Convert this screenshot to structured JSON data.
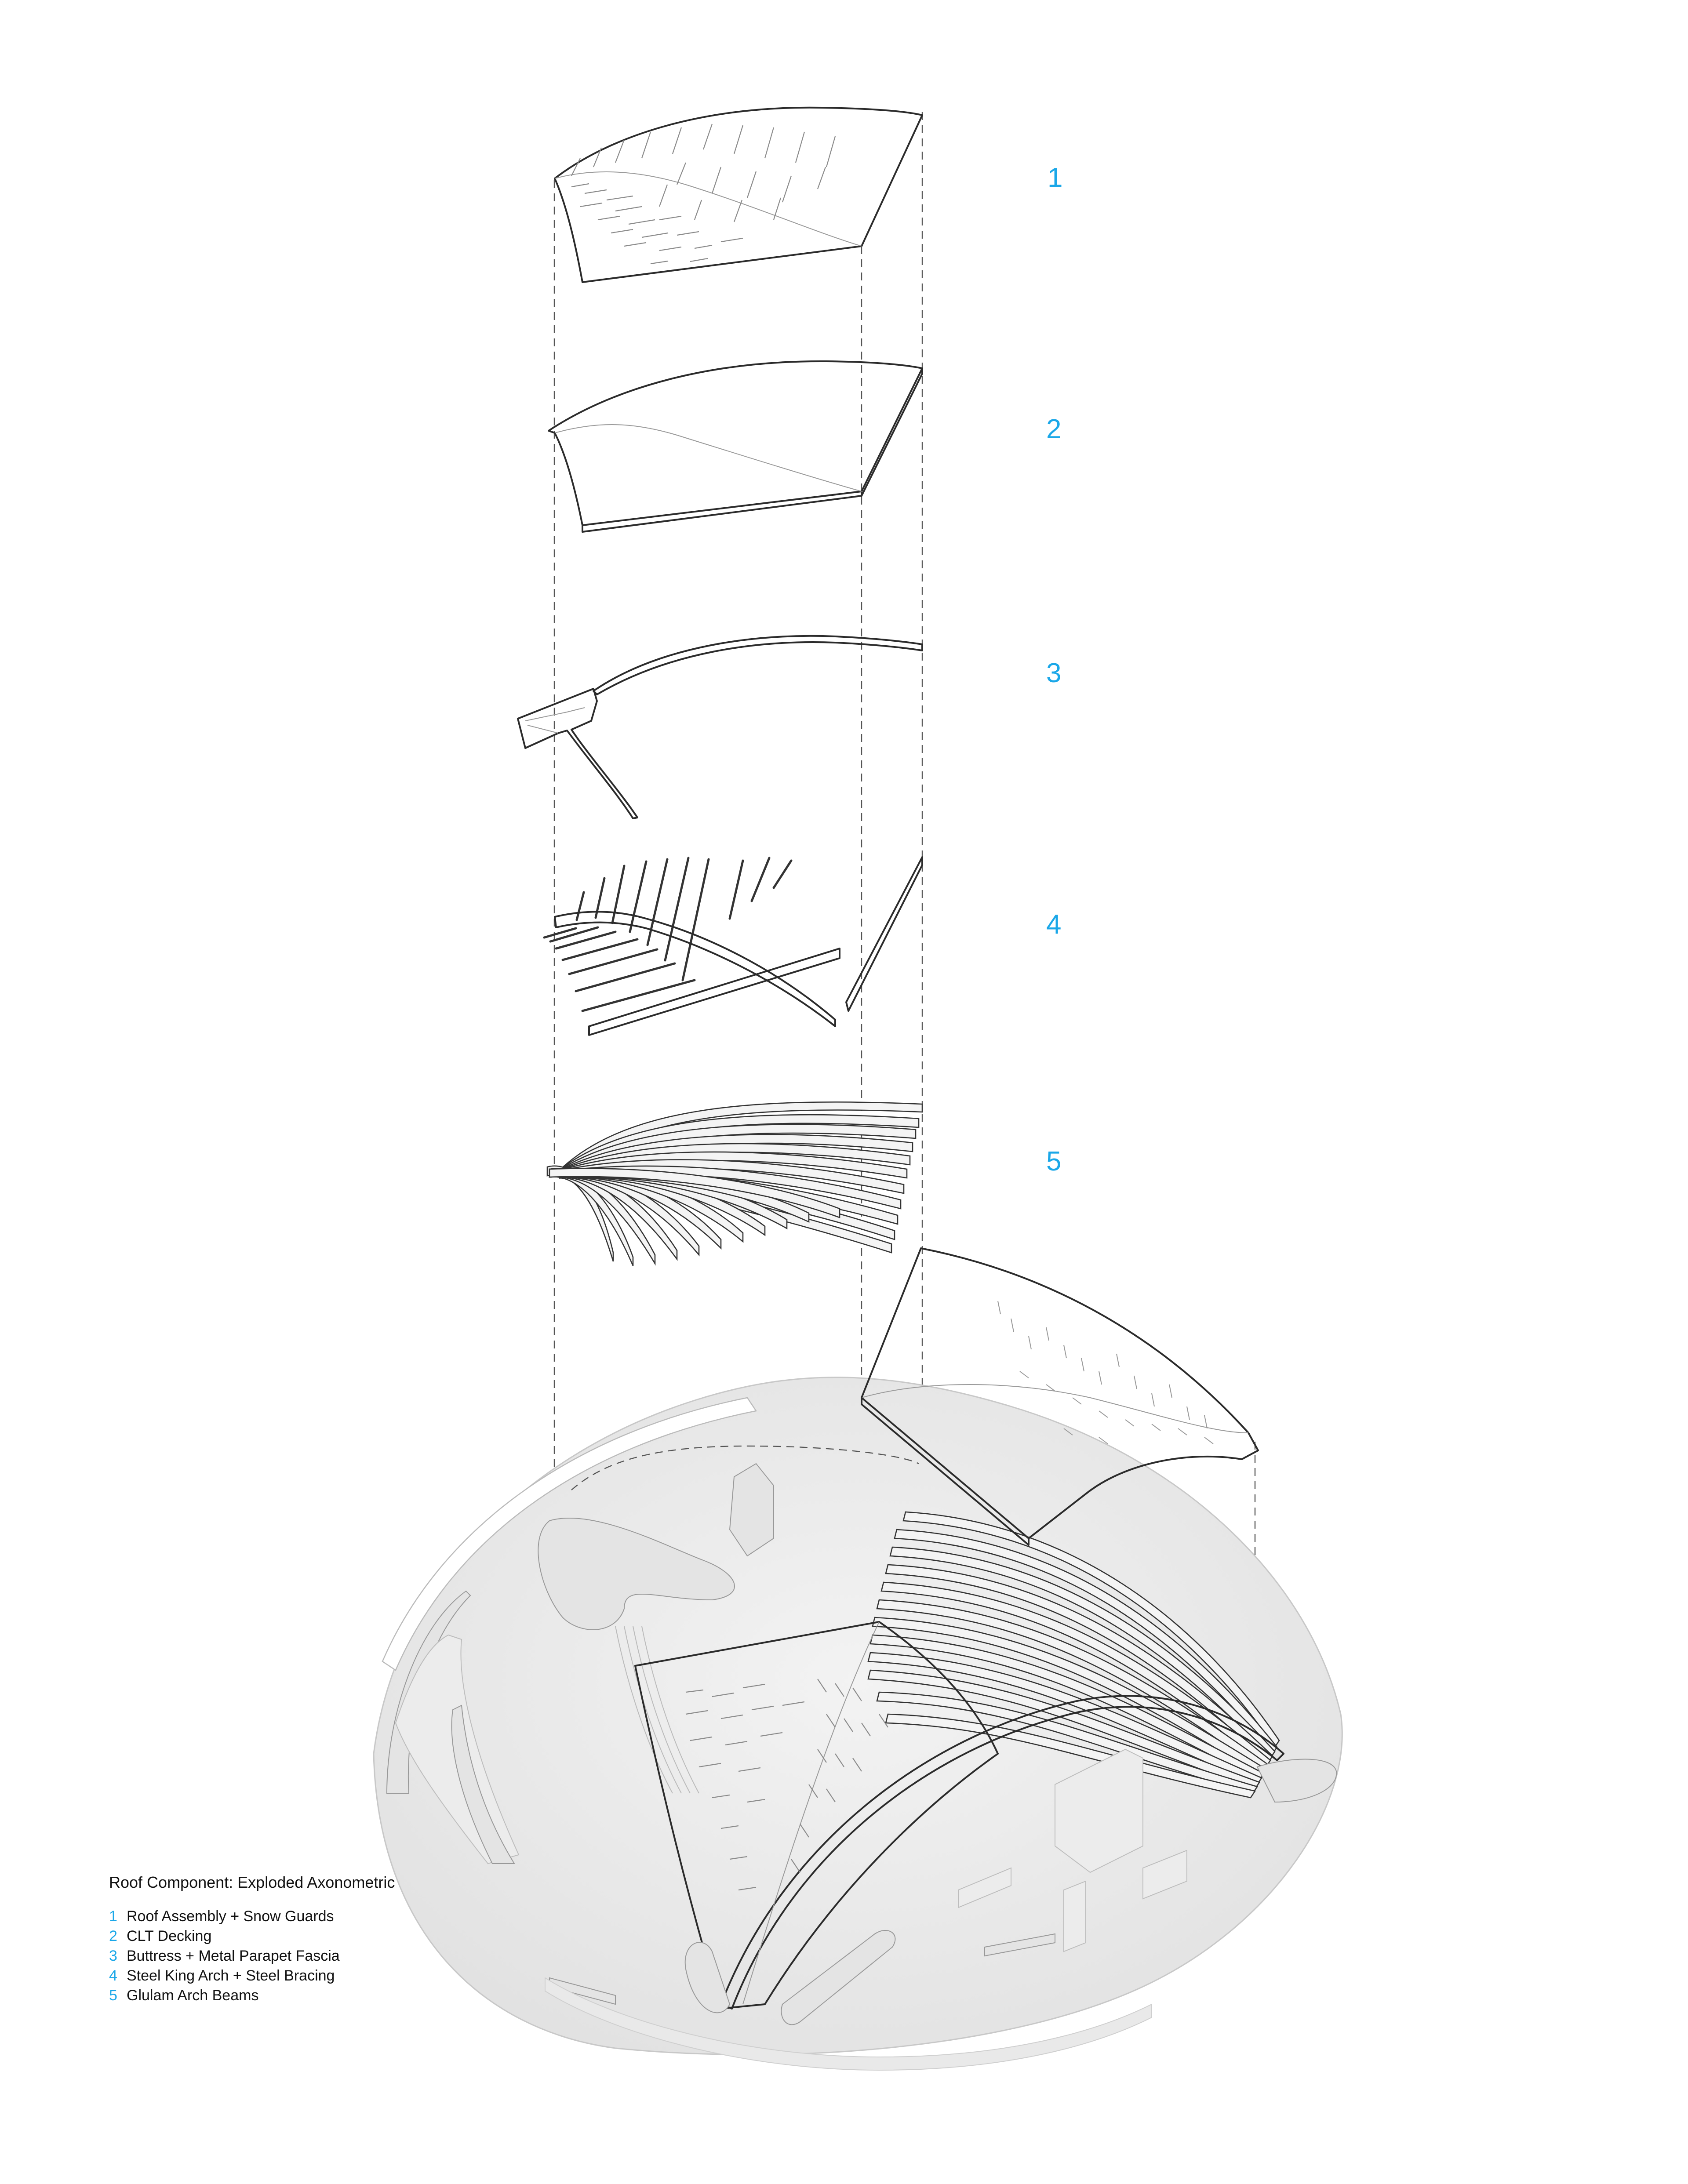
{
  "colors": {
    "accent": "#1aa7e8",
    "line": "#2b2b2b",
    "background": "#ffffff",
    "shade": "#e8e8e8"
  },
  "steps": [
    {
      "number": "1",
      "label": "Roof Assembly + Snow Guards"
    },
    {
      "number": "2",
      "label": "CLT Decking"
    },
    {
      "number": "3",
      "label": "Buttress + Metal Parapet Fascia"
    },
    {
      "number": "4",
      "label": "Steel King Arch + Steel Bracing"
    },
    {
      "number": "5",
      "label": "Glulam Arch Beams"
    }
  ],
  "legend": {
    "title": "Roof Component: Exploded Axonometric"
  }
}
